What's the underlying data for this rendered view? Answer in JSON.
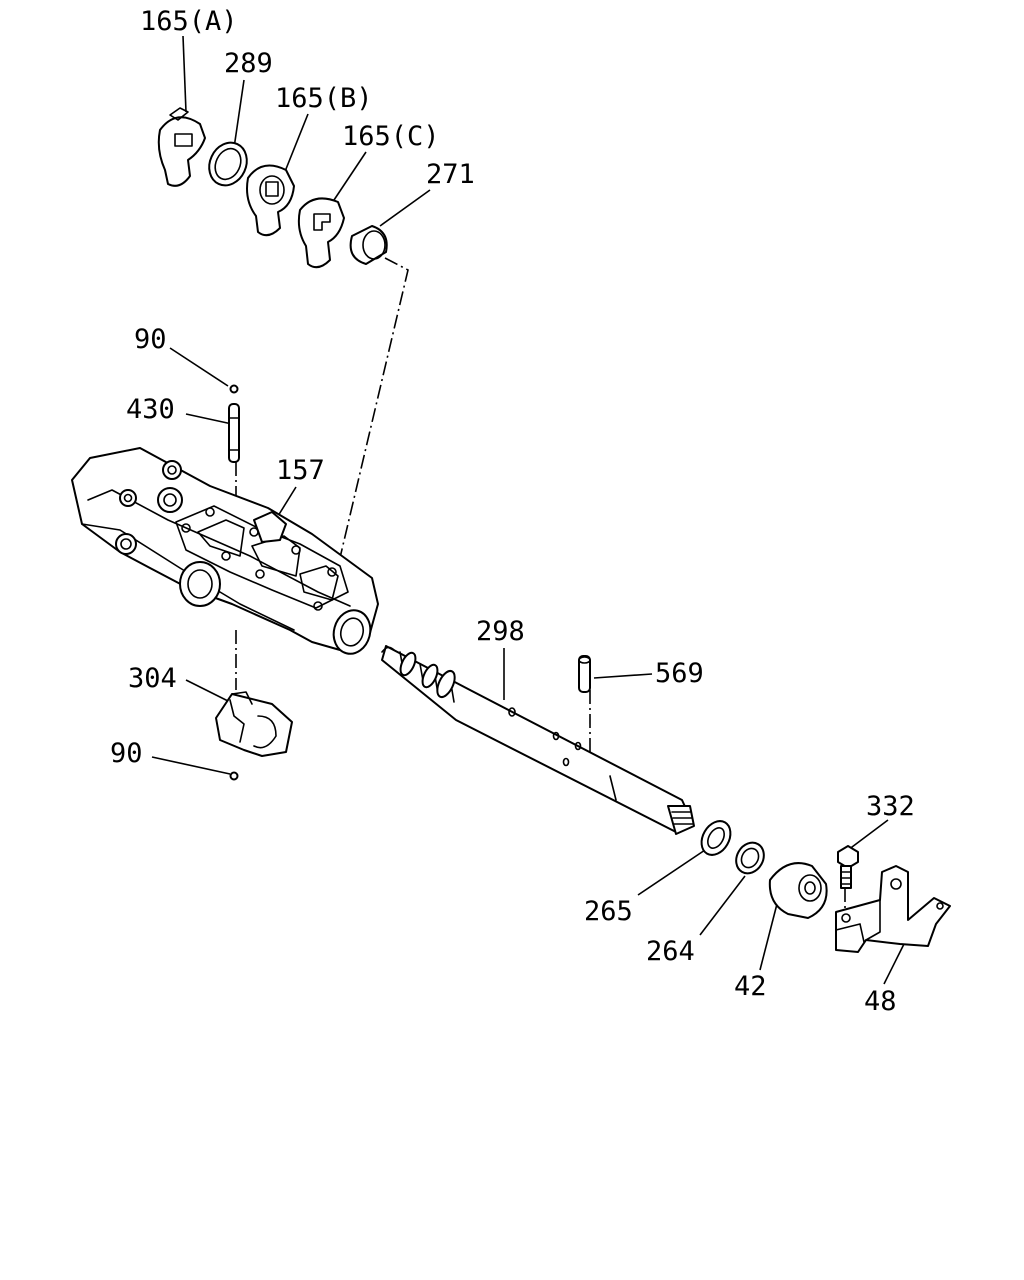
{
  "callouts": {
    "p165a": "165(A)",
    "p289": "289",
    "p165b": "165(B)",
    "p165c": "165(C)",
    "p271": "271",
    "p90_top": "90",
    "p430": "430",
    "p157": "157",
    "p298": "298",
    "p569": "569",
    "p304": "304",
    "p90_bottom": "90",
    "p332": "332",
    "p265": "265",
    "p264": "264",
    "p42": "42",
    "p48": "48"
  },
  "colors": {
    "line": "#000000",
    "background": "#ffffff"
  }
}
